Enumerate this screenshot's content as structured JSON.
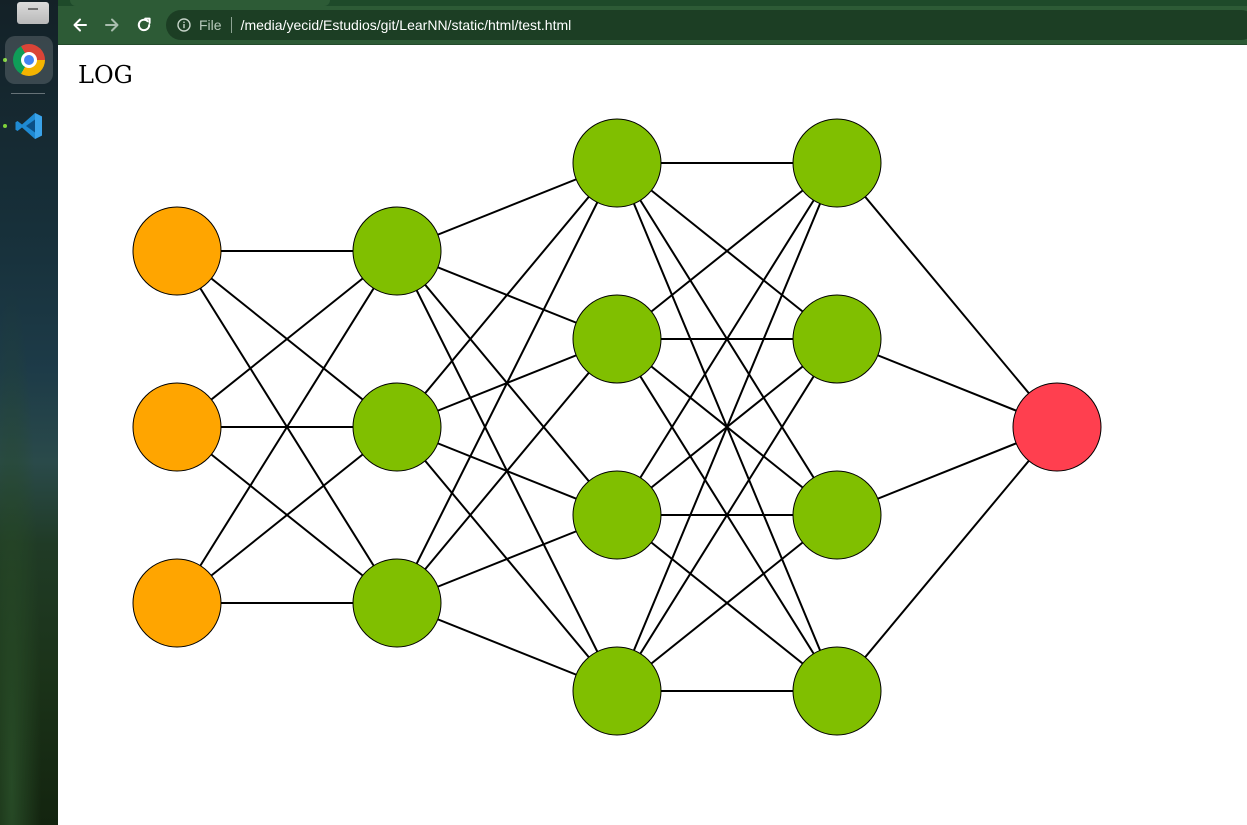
{
  "dock": {
    "apps": [
      {
        "name": "Files",
        "icon": "files-icon",
        "running": false
      },
      {
        "name": "Google Chrome",
        "icon": "chrome-icon",
        "running": true,
        "active": true
      },
      {
        "name": "Visual Studio Code",
        "icon": "vscode-icon",
        "running": true
      }
    ]
  },
  "browser": {
    "url_scheme_label": "File",
    "url": "/media/yecid/Estudios/git/LearNN/static/html/test.html",
    "theme_color": "#2d5b36"
  },
  "page": {
    "heading": "LOG"
  },
  "network": {
    "layers": [
      {
        "role": "input",
        "neurons": 3,
        "color": "#ffa500"
      },
      {
        "role": "hidden",
        "neurons": 3,
        "color": "#80bf00"
      },
      {
        "role": "hidden",
        "neurons": 4,
        "color": "#80bf00"
      },
      {
        "role": "hidden",
        "neurons": 4,
        "color": "#80bf00"
      },
      {
        "role": "output",
        "neurons": 1,
        "color": "#ff3f4f"
      }
    ],
    "connections": "fully-connected",
    "edge_color": "#000000",
    "node_stroke": "#000000"
  }
}
